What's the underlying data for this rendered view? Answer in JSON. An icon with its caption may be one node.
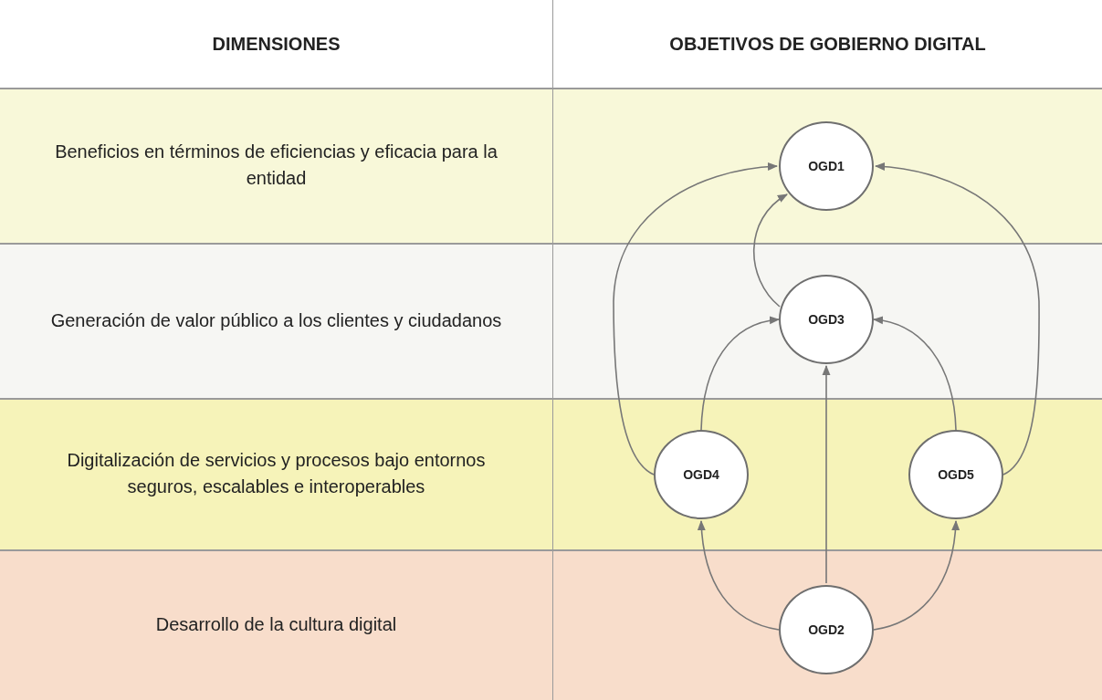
{
  "diagram": {
    "nodes": [
      {
        "text": [
          "OGD1"
        ]
      },
      {
        "text": [
          "OGD3"
        ]
      },
      {
        "text": [
          "OGD4"
        ]
      },
      {
        "text": [
          "OGD5"
        ]
      },
      {
        "text": [
          "OGD2"
        ]
      }
    ],
    "edges": [
      {
        "from": 2,
        "to": 0,
        "arrow": "to"
      },
      {
        "from": 3,
        "to": 0,
        "arrow": "to"
      },
      {
        "from": 1,
        "to": 0,
        "arrow": "to"
      },
      {
        "from": 2,
        "to": 1,
        "arrow": "to"
      },
      {
        "from": 3,
        "to": 1,
        "arrow": "to"
      },
      {
        "from": 4,
        "to": 1,
        "arrow": "to"
      },
      {
        "from": 4,
        "to": 2,
        "arrow": "to"
      },
      {
        "from": 4,
        "to": 3,
        "arrow": "to"
      }
    ],
    "labels": [
      "DIMENSIONES",
      "OBJETIVOS DE GOBIERNO DIGITAL",
      "Beneficios en términos de eficiencias y eficacia para la entidad",
      "Generación de valor público a los clientes y ciudadanos",
      "Digitalización de servicios y procesos bajo entornos seguros, escalables e interoperables",
      "Desarrollo de la cultura digital"
    ]
  }
}
